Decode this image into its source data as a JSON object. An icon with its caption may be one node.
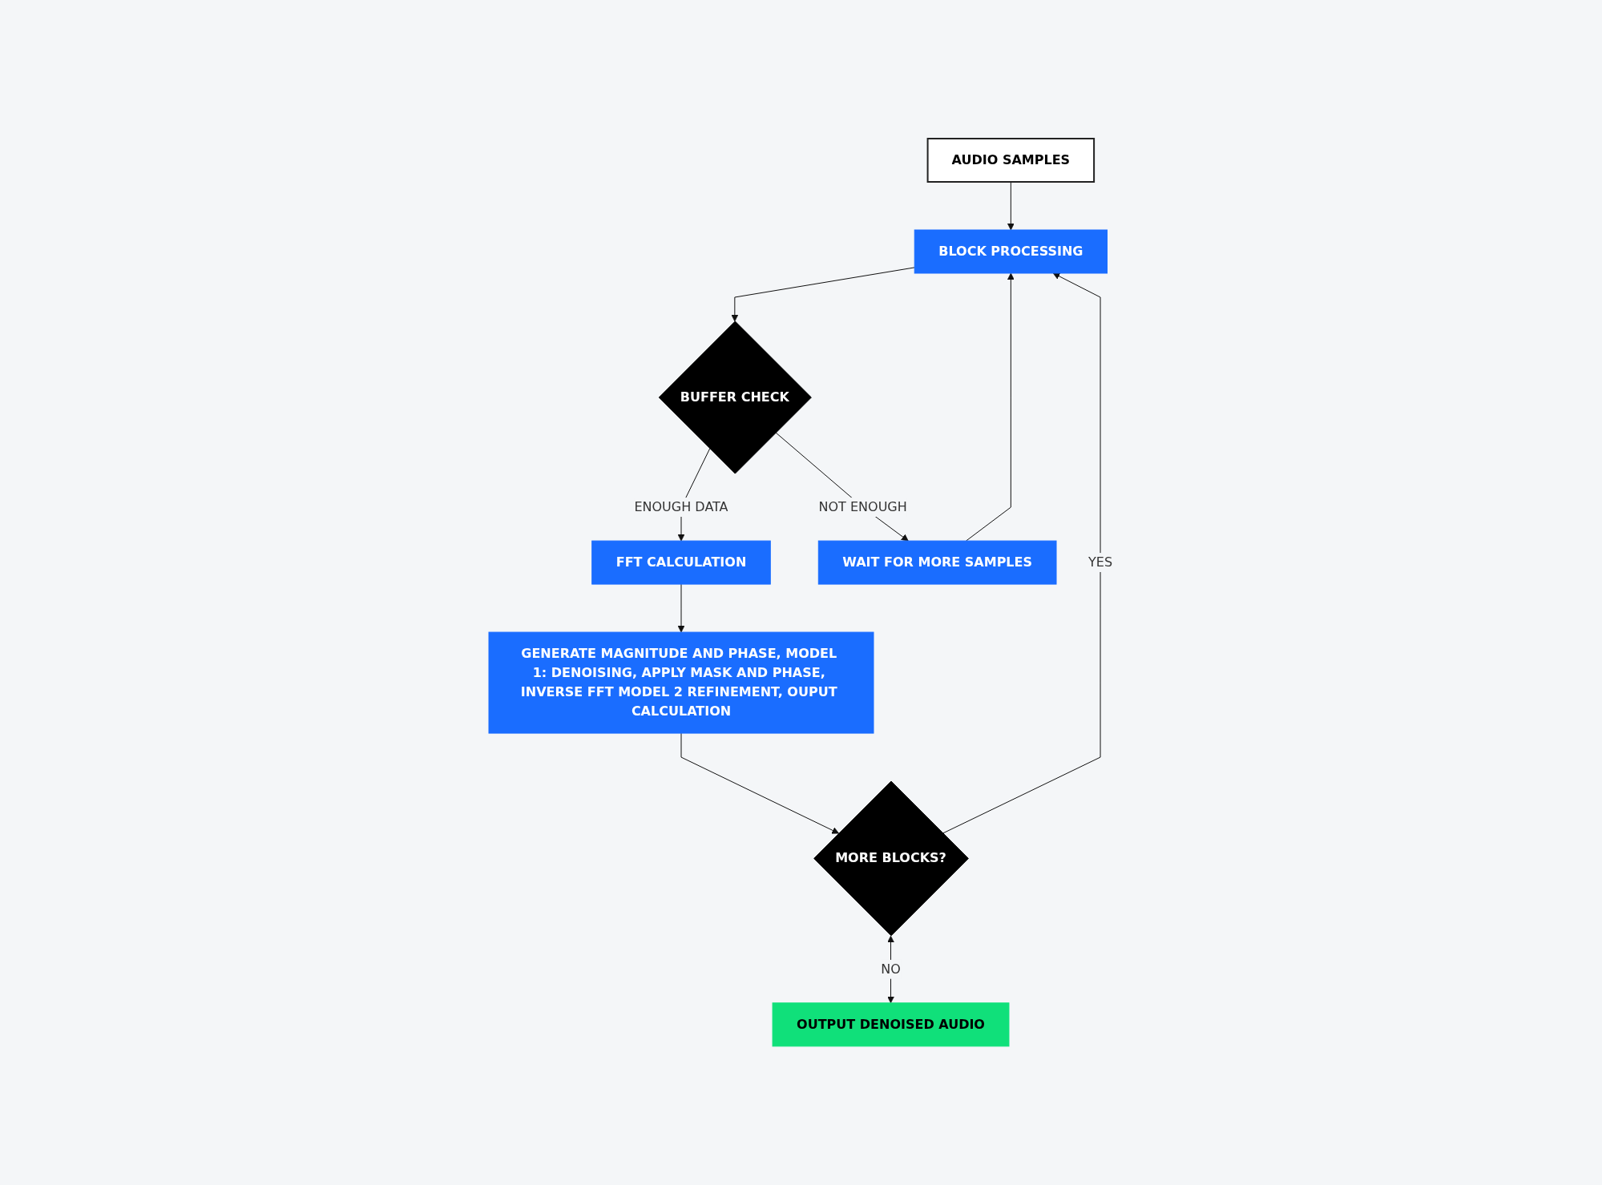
{
  "diagram": {
    "nodes": [
      {
        "text": [
          "AUDIO SAMPLES"
        ]
      },
      {
        "text": [
          "BLOCK PROCESSING"
        ]
      },
      {
        "text": [
          "BUFFER CHECK"
        ]
      },
      {
        "text": [
          "FFT CALCULATION"
        ]
      },
      {
        "text": [
          "WAIT FOR MORE SAMPLES"
        ]
      },
      {
        "text": [
          "GENERATE MAGNITUDE AND PHASE, MODEL 1: DENOISING, APPLY MASK AND PHASE, INVERSE FFT MODEL 2 REFINEMENT, OUPUT CALCULATION"
        ]
      },
      {
        "text": [
          "MORE BLOCKS?"
        ]
      },
      {
        "text": [
          "OUTPUT DENOISED AUDIO"
        ]
      }
    ],
    "edges": [
      {
        "from": 0,
        "to": 1,
        "arrow": "to"
      },
      {
        "from": 1,
        "to": 2,
        "arrow": "to"
      },
      {
        "from": 2,
        "to": 3,
        "label": "ENOUGH DATA",
        "arrow": "to"
      },
      {
        "from": 2,
        "to": 4,
        "label": "NOT ENOUGH",
        "arrow": "to"
      },
      {
        "from": 3,
        "to": 5,
        "arrow": "to"
      },
      {
        "from": 4,
        "to": 1,
        "arrow": "to"
      },
      {
        "from": 5,
        "to": 6,
        "arrow": "to"
      },
      {
        "from": 6,
        "to": 1,
        "label": "YES",
        "arrow": "to"
      },
      {
        "from": 6,
        "to": 7,
        "label": "NO",
        "arrow": "both"
      }
    ]
  }
}
